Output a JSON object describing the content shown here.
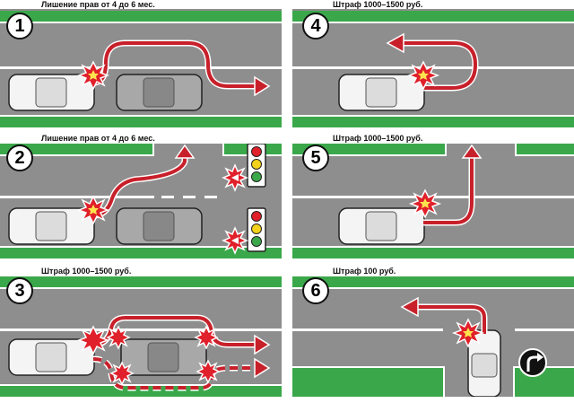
{
  "panels": [
    {
      "number": "1",
      "caption": "Лишение прав от 4 до 6 мес."
    },
    {
      "number": "2",
      "caption": "Лишение прав от 4 до 6 мес."
    },
    {
      "number": "3",
      "caption": "Штраф 1000–1500 руб."
    },
    {
      "number": "4",
      "caption": "Штраф 1000–1500 руб."
    },
    {
      "number": "5",
      "caption": "Штраф 1000–1500 руб."
    },
    {
      "number": "6",
      "caption": "Штраф 100 руб."
    }
  ],
  "colors": {
    "road": "#8e8e8e",
    "grass": "#3aa84a",
    "arrow": "#c8202a",
    "car_white": "#f4f4f4",
    "car_gray": "#a8a8a8",
    "burst": "#e0202a"
  },
  "icons": [
    "collision-burst-icon",
    "traffic-light-icon",
    "right-turn-sign-icon",
    "car-icon"
  ]
}
